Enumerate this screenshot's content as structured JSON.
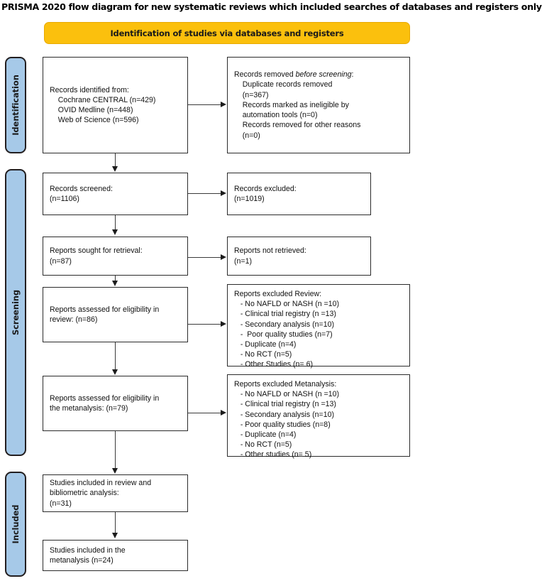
{
  "title": "PRISMA 2020 flow diagram for new systematic reviews which included searches of databases and registers only",
  "header": {
    "banner_label": "Identification of studies via databases and registers",
    "banner_color": "#FBC00D"
  },
  "stages": {
    "identification": "Identification",
    "screening": "Screening",
    "included": "Included",
    "tab_color": "#A6C9E8"
  },
  "boxes": {
    "records_identified": {
      "name": "Records identified from:",
      "lines": [
        "Records identified from:",
        "    Cochrane CENTRAL (n=429)",
        "    OVID Medline (n=448)",
        "    Web of Science (n=596)"
      ],
      "sources": [
        {
          "label": "Cochrane CENTRAL",
          "n": 429
        },
        {
          "label": "OVID Medline",
          "n": 448
        },
        {
          "label": "Web of Science",
          "n": 596
        }
      ]
    },
    "records_removed": {
      "heading_plain": "Records removed ",
      "heading_italic": "before screening",
      "heading_tail": ":",
      "lines": [
        "    Duplicate records removed",
        "    (n=367)",
        "    Records marked as ineligible by",
        "    automation tools (n=0)",
        "    Records removed for other reasons",
        "    (n=0)"
      ],
      "items": [
        {
          "label": "Duplicate records removed",
          "n": 367
        },
        {
          "label": "Records marked as ineligible by automation tools",
          "n": 0
        },
        {
          "label": "Records removed for other reasons",
          "n": 0
        }
      ]
    },
    "records_screened": {
      "lines": [
        "Records screened:",
        "(n=1106)"
      ],
      "n": 1106
    },
    "records_excluded": {
      "lines": [
        "Records excluded:",
        "(n=1019)"
      ],
      "n": 1019
    },
    "reports_sought": {
      "lines": [
        "Reports sought for retrieval:",
        "(n=87)"
      ],
      "n": 87
    },
    "reports_not_retrieved": {
      "lines": [
        "Reports not retrieved:",
        "(n=1)"
      ],
      "n": 1
    },
    "reports_assessed_review": {
      "lines": [
        "Reports assessed for eligibility in",
        "review: (n=86)"
      ],
      "n": 86
    },
    "excluded_review": {
      "heading": "Reports excluded Review:",
      "lines": [
        "   - No NAFLD or NASH (n =10)",
        "   - Clinical trial registry (n =13)",
        "   - Secondary analysis (n=10)",
        "   -  Poor quality studies (n=7)",
        "   - Duplicate (n=4)",
        "   - No RCT (n=5)",
        "   - Other Studies (n= 6)"
      ],
      "reasons": [
        {
          "label": "No NAFLD or NASH",
          "n": 10
        },
        {
          "label": "Clinical trial registry",
          "n": 13
        },
        {
          "label": "Secondary analysis",
          "n": 10
        },
        {
          "label": "Poor quality studies",
          "n": 7
        },
        {
          "label": "Duplicate",
          "n": 4
        },
        {
          "label": "No RCT",
          "n": 5
        },
        {
          "label": "Other Studies",
          "n": 6
        }
      ]
    },
    "reports_assessed_meta": {
      "lines": [
        "Reports assessed for eligibility in",
        "the metanalysis: (n=79)"
      ],
      "n": 79
    },
    "excluded_meta": {
      "heading": "Reports excluded Metanalysis:",
      "lines": [
        "   - No NAFLD or NASH (n =10)",
        "   - Clinical trial registry (n =13)",
        "   - Secondary analysis (n=10)",
        "   - Poor quality studies (n=8)",
        "   - Duplicate (n=4)",
        "   - No RCT (n=5)",
        "   - Other studies (n= 5)"
      ],
      "reasons": [
        {
          "label": "No NAFLD or NASH",
          "n": 10
        },
        {
          "label": "Clinical trial registry",
          "n": 13
        },
        {
          "label": "Secondary analysis",
          "n": 10
        },
        {
          "label": "Poor quality studies",
          "n": 8
        },
        {
          "label": "Duplicate",
          "n": 4
        },
        {
          "label": "No RCT",
          "n": 5
        },
        {
          "label": "Other studies",
          "n": 5
        }
      ]
    },
    "studies_included_review": {
      "lines": [
        "Studies included in review and",
        "bibliometric analysis:",
        "(n=31)"
      ],
      "n": 31
    },
    "studies_included_meta": {
      "lines": [
        "Studies included in the",
        "metanalysis (n=24)"
      ],
      "n": 24
    }
  }
}
